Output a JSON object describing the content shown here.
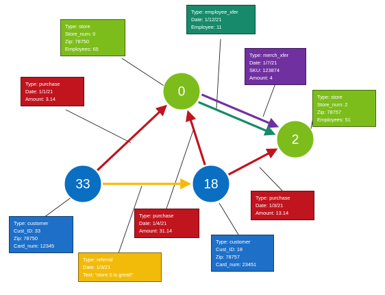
{
  "colors": {
    "green_node": "#7cbd1c",
    "blue_node": "#0a6fc2",
    "purchase_red": "#c0141e",
    "referral_yellow": "#f2bb0a",
    "merch_purple": "#7030a0",
    "employee_teal": "#168a6a",
    "store_box_green": "#7cbd1c",
    "customer_box_blue": "#1e6fc8",
    "leader_line": "#222222"
  },
  "nodes": [
    {
      "id": "0",
      "label": "0",
      "kind": "store"
    },
    {
      "id": "2",
      "label": "2",
      "kind": "store"
    },
    {
      "id": "33",
      "label": "33",
      "kind": "customer"
    },
    {
      "id": "18",
      "label": "18",
      "kind": "customer"
    }
  ],
  "edges": [
    {
      "from": "33",
      "to": "0",
      "kind": "purchase"
    },
    {
      "from": "18",
      "to": "0",
      "kind": "purchase"
    },
    {
      "from": "18",
      "to": "2",
      "kind": "purchase"
    },
    {
      "from": "33",
      "to": "18",
      "kind": "referral"
    },
    {
      "from": "0",
      "to": "2",
      "kind": "merch_xfer"
    },
    {
      "from": "0",
      "to": "2",
      "kind": "employee_xfer"
    }
  ],
  "boxes": {
    "store_0": {
      "lines": [
        "Type: store",
        "Store_num: 0",
        "Zip: 78750",
        "Employees: 65"
      ]
    },
    "employee_xfer": {
      "lines": [
        "Type: employee_xfer",
        "Date: 1/12/21",
        "Employee: 11"
      ]
    },
    "merch_xfer": {
      "lines": [
        "Type: merch_xfer",
        "Date: 1/7/21",
        "SKU: 123874",
        "Amount: 4"
      ]
    },
    "purchase_33_0": {
      "lines": [
        "Type: purchase",
        "Date: 1/1/21",
        "Amount: 3.14"
      ]
    },
    "store_2": {
      "lines": [
        "Type: store",
        "Store_num: 2",
        "Zip: 78757",
        "Employees: 51"
      ]
    },
    "purchase_18_0": {
      "lines": [
        "Type: purchase",
        "Date: 1/4/21",
        "Amount: 31.14"
      ]
    },
    "purchase_18_2": {
      "lines": [
        "Type: purchase",
        "Date: 1/3/21",
        "Amount: 13.14"
      ]
    },
    "customer_33": {
      "lines": [
        "Type: customer",
        "Cust_ID: 33",
        "Zip: 78750",
        "Card_num: 12345"
      ]
    },
    "referral": {
      "lines": [
        "Type: referral",
        "Date: 1/3/21",
        "Text: “store 0 is great!”"
      ]
    },
    "customer_18": {
      "lines": [
        "Type: customer",
        "Cust_ID: 18",
        "Zip: 78757",
        "Card_num: 23451"
      ]
    }
  }
}
